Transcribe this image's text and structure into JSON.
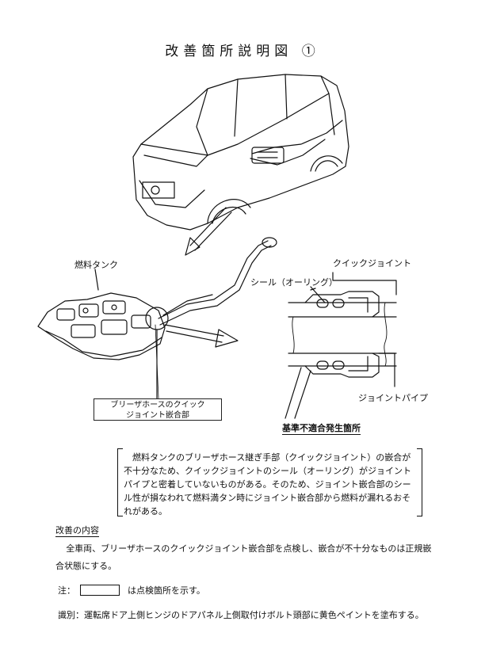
{
  "title": "改善箇所説明図 ①",
  "labels": {
    "fuel_tank": "燃料タンク",
    "quick_joint": "クイックジョイント",
    "seal": "シール（オーリング）",
    "joint_pipe": "ジョイントパイプ",
    "breather_joint_line1": "ブリーザホースのクイック",
    "breather_joint_line2": "ジョイント嵌合部",
    "failure_point": "基準不適合発生箇所"
  },
  "description": "燃料タンクのブリーザホース継ぎ手部（クイックジョイント）の嵌合が不十分なため、クイックジョイントのシール（オーリング）がジョイントパイプと密着していないものがある。そのため、ジョイント嵌合部のシール性が損なわれて燃料満タン時にジョイント嵌合部から燃料が漏れるおそれがある。",
  "improvement": {
    "heading": "改善の内容",
    "body": "全車両、ブリーザホースのクイックジョイント嵌合部を点検し、嵌合が不十分なものは正規嵌合状態にする。"
  },
  "note": {
    "prefix": "注：",
    "suffix": "は点検箇所を示す。"
  },
  "identification": "識別：運転席ドア上側ヒンジのドアパネル上側取付けボルト頭部に黄色ペイントを塗布する。"
}
